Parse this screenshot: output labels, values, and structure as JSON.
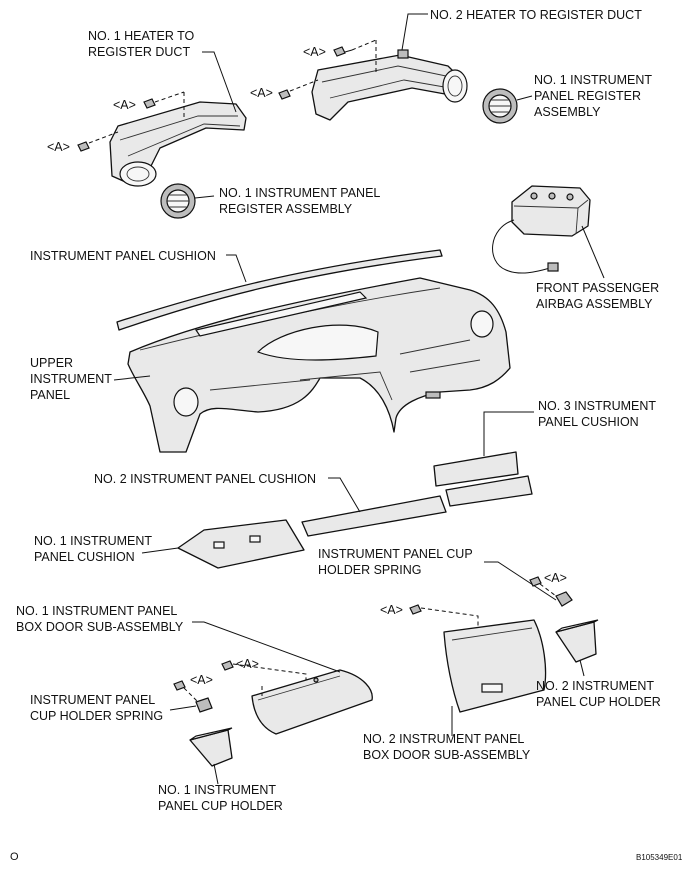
{
  "labels": {
    "no2_heater_duct": "NO. 2 HEATER TO REGISTER DUCT",
    "no1_heater_duct_l1": "NO. 1 HEATER TO",
    "no1_heater_duct_l2": "REGISTER DUCT",
    "register_right_l1": "NO. 1 INSTRUMENT",
    "register_right_l2": "PANEL REGISTER",
    "register_right_l3": "ASSEMBLY",
    "register_left_l1": "NO. 1 INSTRUMENT PANEL",
    "register_left_l2": "REGISTER ASSEMBLY",
    "cushion": "INSTRUMENT PANEL CUSHION",
    "airbag_l1": "FRONT PASSENGER",
    "airbag_l2": "AIRBAG ASSEMBLY",
    "upper_panel_l1": "UPPER",
    "upper_panel_l2": "INSTRUMENT",
    "upper_panel_l3": "PANEL",
    "no3_cushion_l1": "NO. 3 INSTRUMENT",
    "no3_cushion_l2": "PANEL CUSHION",
    "no2_cushion": "NO. 2 INSTRUMENT PANEL CUSHION",
    "no1_cushion_l1": "NO. 1 INSTRUMENT",
    "no1_cushion_l2": "PANEL CUSHION",
    "cup_spring_right_l1": "INSTRUMENT PANEL CUP",
    "cup_spring_right_l2": "HOLDER SPRING",
    "no1_box_door_l1": "NO. 1 INSTRUMENT PANEL",
    "no1_box_door_l2": "BOX DOOR SUB-ASSEMBLY",
    "cup_spring_left_l1": "INSTRUMENT PANEL",
    "cup_spring_left_l2": "CUP HOLDER SPRING",
    "no2_cup_holder_l1": "NO. 2 INSTRUMENT",
    "no2_cup_holder_l2": "PANEL CUP HOLDER",
    "no2_box_door_l1": "NO. 2 INSTRUMENT PANEL",
    "no2_box_door_l2": "BOX DOOR SUB-ASSEMBLY",
    "no1_cup_holder_l1": "NO. 1 INSTRUMENT",
    "no1_cup_holder_l2": "PANEL CUP HOLDER",
    "clip_ref": "<A>",
    "corner_mark": "O",
    "figure_code": "B105349E01"
  }
}
